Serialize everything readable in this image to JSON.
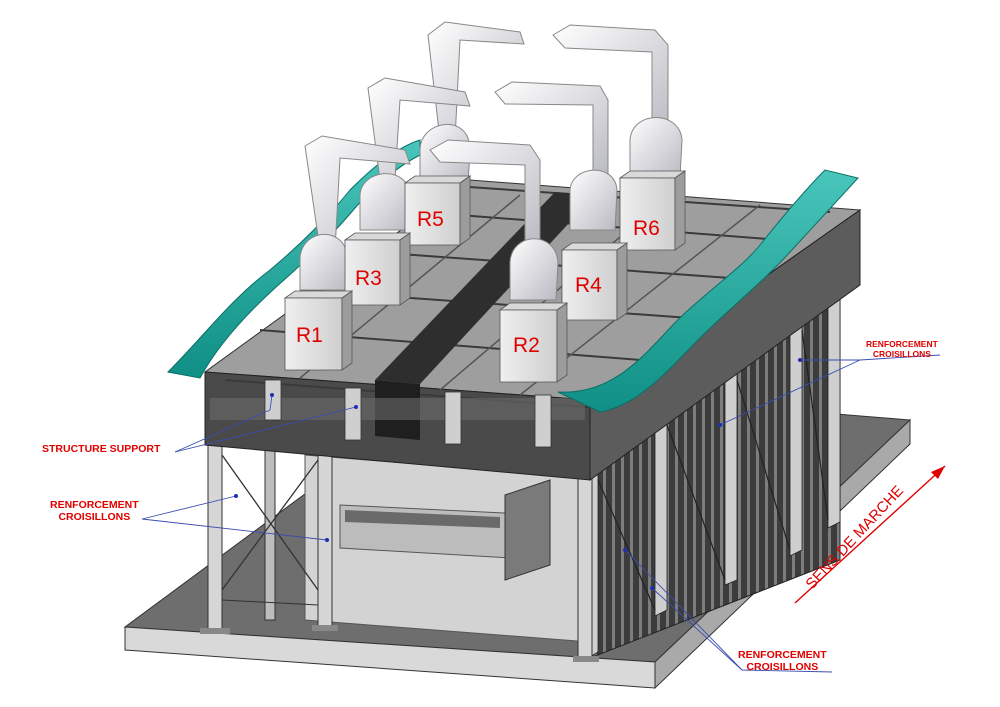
{
  "robots": [
    {
      "id": "R1",
      "label": "R1"
    },
    {
      "id": "R2",
      "label": "R2"
    },
    {
      "id": "R3",
      "label": "R3"
    },
    {
      "id": "R4",
      "label": "R4"
    },
    {
      "id": "R5",
      "label": "R5"
    },
    {
      "id": "R6",
      "label": "R6"
    }
  ],
  "callouts": {
    "structure_support": "STRUCTURE SUPPORT",
    "renfort_left": [
      "RENFORCEMENT",
      "CROISILLONS"
    ],
    "renfort_right_top": [
      "RENFORCEMENT",
      "CROISILLONS"
    ],
    "renfort_bottom_right": [
      "RENFORCEMENT",
      "CROISILLONS"
    ]
  },
  "direction_label": "SENS DE MARCHE",
  "colors": {
    "label_red": "#e00000",
    "teal_guard": "#1aa89c",
    "steel_dark": "#4f4f4f",
    "steel_mid": "#8a8a8a",
    "steel_light": "#c8c8c8",
    "floor": "#6e6e6e"
  }
}
